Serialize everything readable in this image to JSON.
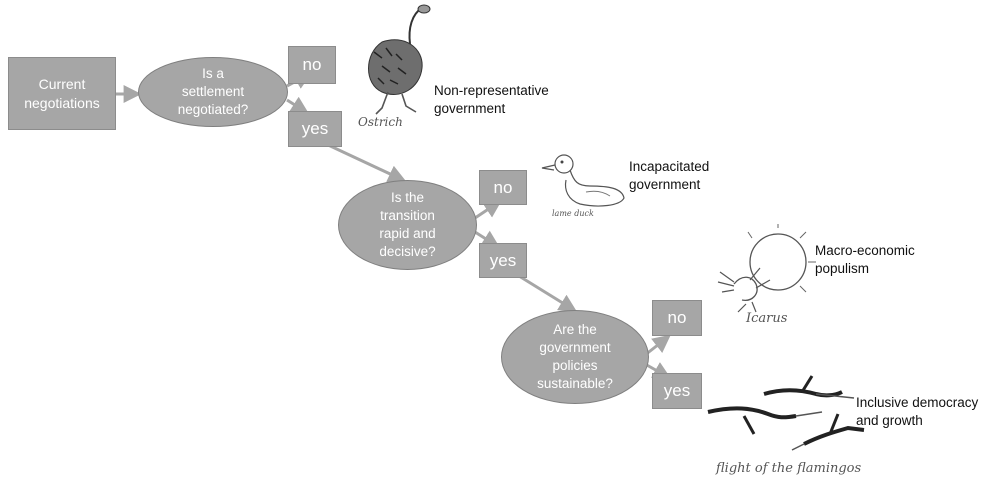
{
  "start": {
    "label": "Current negotiations"
  },
  "questions": [
    {
      "text": "Is a\nsettlement\nnegotiated?"
    },
    {
      "text": "Is the\ntransition\nrapid and\ndecisive?"
    },
    {
      "text": "Are the\ngovernment\npolicies\nsustainable?"
    }
  ],
  "answers": {
    "no": "no",
    "yes": "yes"
  },
  "outcomes": [
    {
      "text": "Non-representative\ngovernment",
      "sketch_caption": "Ostrich"
    },
    {
      "text": "Incapacitated\ngovernment",
      "sketch_caption": "lame duck"
    },
    {
      "text": "Macro-economic\npopulism",
      "sketch_caption": "Icarus"
    },
    {
      "text": "Inclusive democracy\nand growth",
      "sketch_caption": "flight of the flamingos"
    }
  ],
  "colors": {
    "shape_fill": "#a6a6a6",
    "arrow": "#a6a6a6",
    "text_on_shape": "#ffffff"
  }
}
